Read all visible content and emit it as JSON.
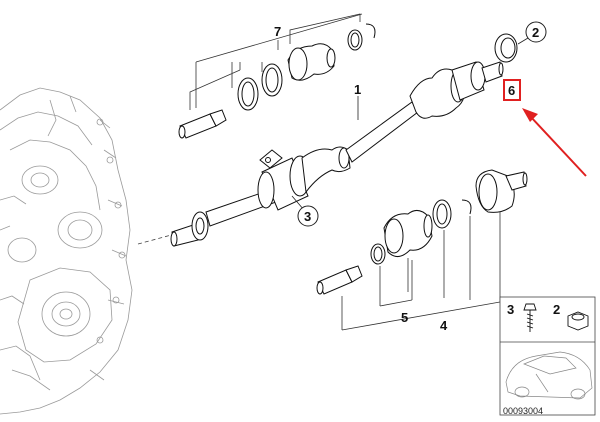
{
  "diagram": {
    "callouts": {
      "c1": "1",
      "c2": "2",
      "c3": "3",
      "c4": "4",
      "c5": "5",
      "c6": "6",
      "c7": "7"
    },
    "legend": {
      "item3": "3",
      "item2": "2"
    },
    "ref_number": "00093004",
    "highlight_color": "#e02020",
    "arrow_color": "#e02020"
  }
}
